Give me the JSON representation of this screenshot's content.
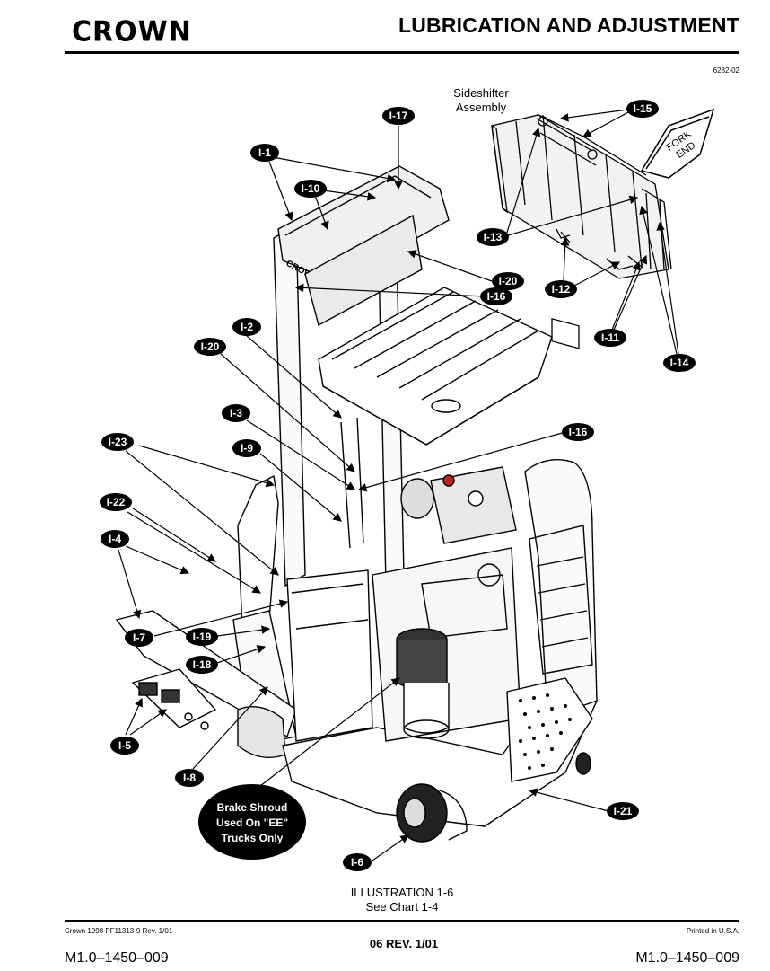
{
  "header": {
    "logo": "CROWN",
    "title": "LUBRICATION AND ADJUSTMENT",
    "figure_number": "6282-02"
  },
  "illustration": {
    "sideshifter_label_line1": "Sideshifter",
    "sideshifter_label_line2": "Assembly",
    "fork_end_line1": "FORK",
    "fork_end_line2": "END",
    "brake_note_line1": "Brake Shroud",
    "brake_note_line2": "Used On \"EE\"",
    "brake_note_line3": "Trucks Only",
    "caption_line1": "ILLUSTRATION 1-6",
    "caption_line2": "See Chart 1-4",
    "callouts": [
      "I-17",
      "I-15",
      "I-1",
      "I-10",
      "I-13",
      "I-20",
      "I-16",
      "I-12",
      "I-2",
      "I-11",
      "I-14",
      "I-20",
      "I-3",
      "I-16",
      "I-23",
      "I-9",
      "I-22",
      "I-4",
      "I-7",
      "I-19",
      "I-18",
      "I-5",
      "I-8",
      "I-21",
      "I-6"
    ]
  },
  "footer": {
    "copyright": "Crown 1998 PF11313-9 Rev. 1/01",
    "printed": "Printed in U.S.A.",
    "revision": "06 REV. 1/01",
    "doc_number_left": "M1.0–1450–009",
    "doc_number_right": "M1.0–1450–009"
  }
}
